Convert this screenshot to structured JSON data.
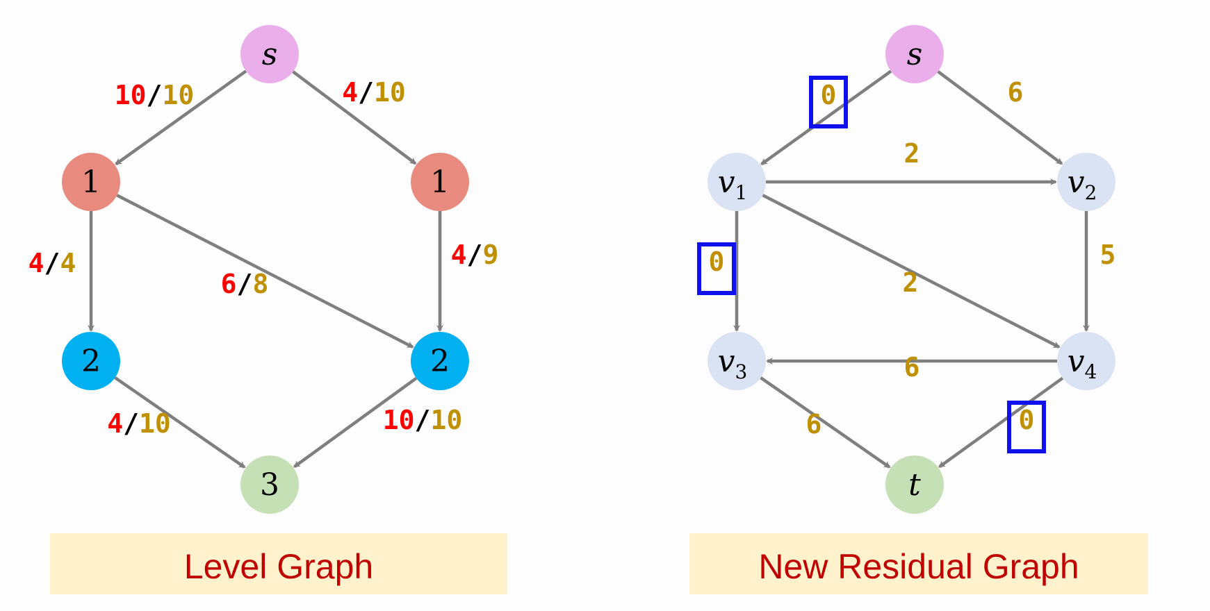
{
  "colors": {
    "edge": "#7f7f7f",
    "flow": "#ff0000",
    "capacity": "#bf9000",
    "slash": "#000000",
    "highlight_box": "#1010ee",
    "caption_bg": "#fff2cc",
    "caption_text": "#c00000",
    "node_source": "#eaaeea",
    "node_level1": "#e88a7e",
    "node_level2": "#00b0f0",
    "node_level3": "#c5e0b4",
    "node_residual": "#dae3f3",
    "node_sink": "#c5e0b4"
  },
  "level_graph": {
    "caption": "Level Graph",
    "nodes": [
      {
        "id": "s",
        "label": "s",
        "italic": true,
        "color": "node_source"
      },
      {
        "id": "a1",
        "label": "1",
        "italic": false,
        "color": "node_level1"
      },
      {
        "id": "b1",
        "label": "1",
        "italic": false,
        "color": "node_level1"
      },
      {
        "id": "a2",
        "label": "2",
        "italic": false,
        "color": "node_level2"
      },
      {
        "id": "b2",
        "label": "2",
        "italic": false,
        "color": "node_level2"
      },
      {
        "id": "t3",
        "label": "3",
        "italic": false,
        "color": "node_level3"
      }
    ],
    "edges": [
      {
        "from": "s",
        "to": "a1",
        "flow": "10",
        "capacity": "10"
      },
      {
        "from": "s",
        "to": "b1",
        "flow": "4",
        "capacity": "10"
      },
      {
        "from": "a1",
        "to": "a2",
        "flow": "4",
        "capacity": "4"
      },
      {
        "from": "a1",
        "to": "b2",
        "flow": "6",
        "capacity": "8"
      },
      {
        "from": "b1",
        "to": "b2",
        "flow": "4",
        "capacity": "9"
      },
      {
        "from": "a2",
        "to": "t3",
        "flow": "4",
        "capacity": "10"
      },
      {
        "from": "b2",
        "to": "t3",
        "flow": "10",
        "capacity": "10"
      }
    ]
  },
  "residual_graph": {
    "caption": "New Residual Graph",
    "nodes": [
      {
        "id": "s",
        "label": "s",
        "sub": "",
        "color": "node_source"
      },
      {
        "id": "v1",
        "label": "v",
        "sub": "1",
        "color": "node_residual"
      },
      {
        "id": "v2",
        "label": "v",
        "sub": "2",
        "color": "node_residual"
      },
      {
        "id": "v3",
        "label": "v",
        "sub": "3",
        "color": "node_residual"
      },
      {
        "id": "v4",
        "label": "v",
        "sub": "4",
        "color": "node_residual"
      },
      {
        "id": "t",
        "label": "t",
        "sub": "",
        "color": "node_sink"
      }
    ],
    "edges": [
      {
        "from": "s",
        "to": "v1",
        "capacity": "0",
        "highlight": true
      },
      {
        "from": "s",
        "to": "v2",
        "capacity": "6",
        "highlight": false
      },
      {
        "from": "v1",
        "to": "v2",
        "capacity": "2",
        "highlight": false
      },
      {
        "from": "v1",
        "to": "v3",
        "capacity": "0",
        "highlight": true
      },
      {
        "from": "v1",
        "to": "v4",
        "capacity": "2",
        "highlight": false
      },
      {
        "from": "v2",
        "to": "v4",
        "capacity": "5",
        "highlight": false
      },
      {
        "from": "v4",
        "to": "v3",
        "capacity": "6",
        "highlight": false
      },
      {
        "from": "v3",
        "to": "t",
        "capacity": "6",
        "highlight": false
      },
      {
        "from": "v4",
        "to": "t",
        "capacity": "0",
        "highlight": true
      }
    ]
  }
}
